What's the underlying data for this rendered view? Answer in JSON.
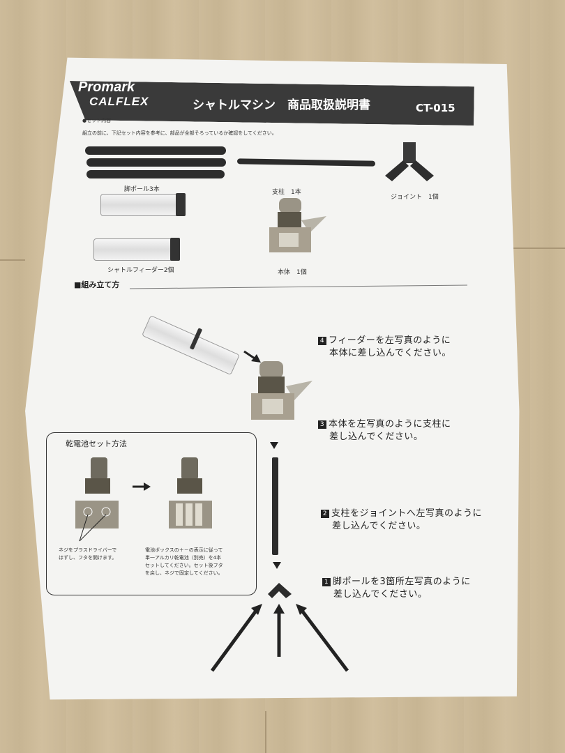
{
  "header": {
    "brand_top": "Promark",
    "brand_bottom": "CALFLEX",
    "title": "シャトルマシン　商品取扱説明書",
    "model": "CT-015"
  },
  "contents": {
    "section_label": "●セット内容",
    "intro": "組立の前に、下記セット内容を参考に、部品が全部そろっているか確認をしてください。",
    "parts": {
      "legs": "脚ポール3本",
      "pole": "支柱　1本",
      "joint": "ジョイント　1個",
      "feeder": "シャトルフィーダー2個",
      "body": "本体　1個"
    }
  },
  "assembly": {
    "heading": "■組み立て方",
    "step4_num": "4",
    "step4_line1": "フィーダーを左写真のように",
    "step4_line2": "本体に差し込んでください。",
    "step3_num": "3",
    "step3_line1": "本体を左写真のように支柱に",
    "step3_line2": "差し込んでください。",
    "step2_num": "2",
    "step2_line1": "支柱をジョイントへ左写真のように",
    "step2_line2": "差し込んでください。",
    "step1_num": "1",
    "step1_line1": "脚ポールを3箇所左写真のように",
    "step1_line2": "差し込んでください。"
  },
  "battery": {
    "title": "乾電池セット方法",
    "note_left_1": "ネジをプラスドライバーで",
    "note_left_2": "はずし、フタを開けます。",
    "note_right_1": "電池ボックスの＋－の表示に従って",
    "note_right_2": "単一アルカリ乾電池（別売）を4本",
    "note_right_3": "セットしてください。セット後フタ",
    "note_right_4": "を戻し、ネジで固定してください。"
  }
}
